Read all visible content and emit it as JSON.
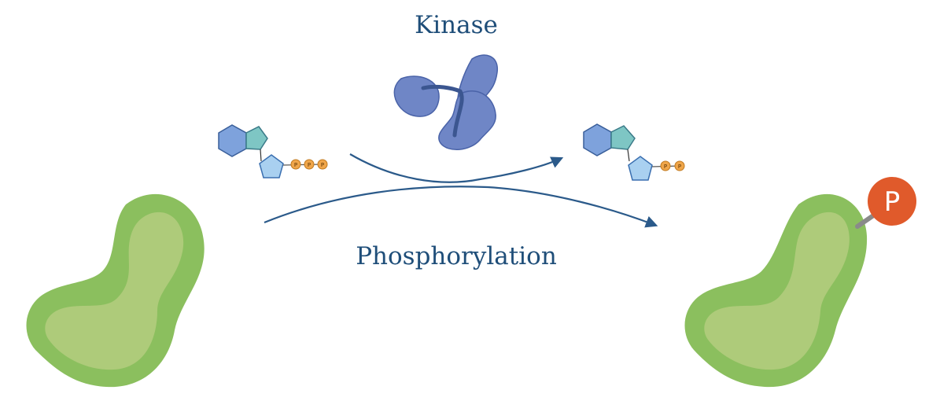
{
  "labels": {
    "enzyme": "Kinase",
    "process": "Phosphorylation"
  },
  "atp": {
    "phosphate_symbol": "P",
    "phosphate_count": 3
  },
  "adp": {
    "phosphate_symbol": "P",
    "phosphate_count": 2
  },
  "product": {
    "phosphate_symbol": "P"
  },
  "colors": {
    "protein_outer": "#8bbf5e",
    "protein_inner": "#aecb7a",
    "kinase": "#6f86c6",
    "kinase_stroke": "#4a63a8",
    "kinase_linker": "#3b5690",
    "hexagon": "#7ea2dc",
    "pentagon_teal": "#7ec6c4",
    "pentagon_sugar": "#a9d0f0",
    "phosphate_small": "#f0a64a",
    "phosphate_large": "#e05a2b",
    "arrow": "#2b5a8a",
    "text": "#1f4e79"
  }
}
